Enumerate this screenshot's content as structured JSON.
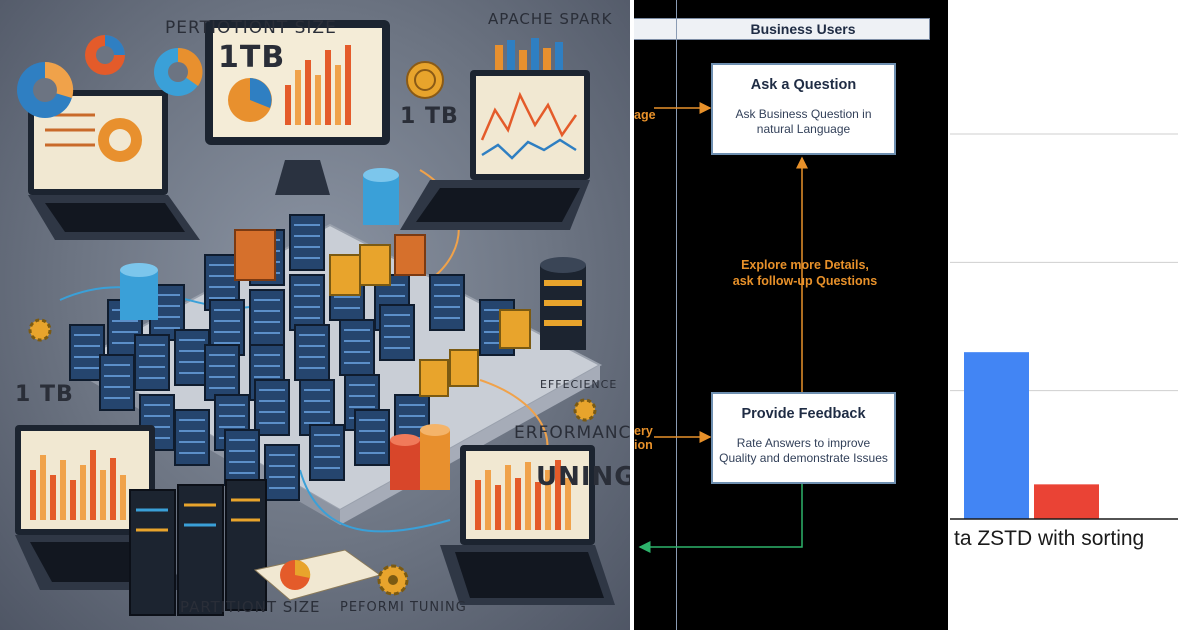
{
  "illustration": {
    "texts": {
      "partition_top": "PERTIOTIONT SIZE",
      "tb_top": "1TB",
      "spark": "APACHE SPARK",
      "tb_right": "1 TB",
      "tb_left": "1 TB",
      "efficiency": "EFFECIENCE",
      "performance": "ERFORMANCE",
      "tuning": "UNING",
      "partition_bottom": "PARTITIONT SIZE",
      "perform_bottom": "PEFORMI TUNING"
    }
  },
  "diagram": {
    "lane_header": "Business Users",
    "ask_box": {
      "title": "Ask a Question",
      "desc": "Ask Business Question in natural Language"
    },
    "feedback_box": {
      "title": "Provide Feedback",
      "desc": "Rate Answers to improve Quality and demonstrate Issues"
    },
    "explore_label": "Explore more Details, ask follow-up Questions",
    "left_fragment_1": "age",
    "left_fragment_2a": "ery",
    "left_fragment_2b": "ion",
    "colors": {
      "box_border": "#6e8fb0",
      "arrow": "#e8912a",
      "return_arrow": "#2db36b"
    }
  },
  "chart_data": {
    "type": "bar",
    "visible_category_label": "ta ZSTD with sorting",
    "series": [
      {
        "color": "#4285f4",
        "value": 130
      },
      {
        "color": "#ea4335",
        "value": 27
      }
    ],
    "ylim": [
      0,
      300
    ],
    "gridlines": [
      100,
      200,
      300
    ]
  }
}
